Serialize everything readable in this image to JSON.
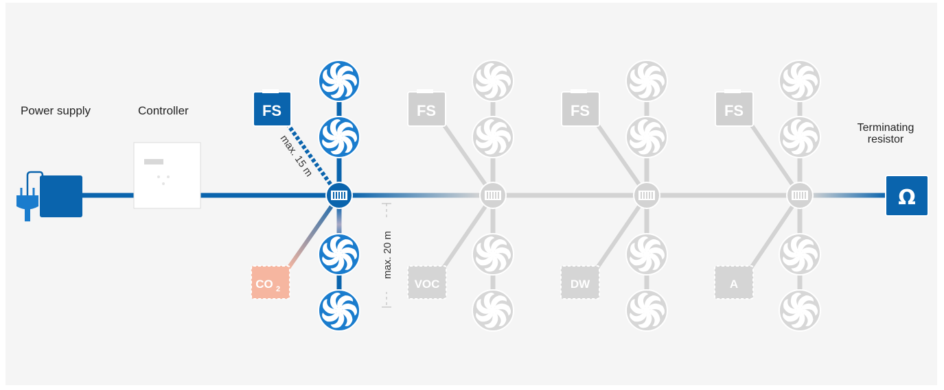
{
  "labels": {
    "power_supply": "Power supply",
    "controller": "Controller",
    "terminating_resistor": "Terminating\nresistor",
    "max_15": "max. 15 m",
    "max_20": "max. 20 m"
  },
  "sensors": {
    "fs": "FS",
    "co2_main": "CO",
    "co2_sub": "2",
    "voc": "VOC",
    "dw": "DW",
    "a": "A",
    "omega": "Ω"
  },
  "colors": {
    "active_blue": "#0a64ad",
    "bright_blue": "#1a7ccd",
    "inactive_gray": "#d3d3d3",
    "co2_salmon": "#f6b6a0",
    "background": "#f5f5f5"
  },
  "icons": [
    "plug-icon",
    "fan-icon",
    "hub-icon",
    "omega-icon"
  ]
}
